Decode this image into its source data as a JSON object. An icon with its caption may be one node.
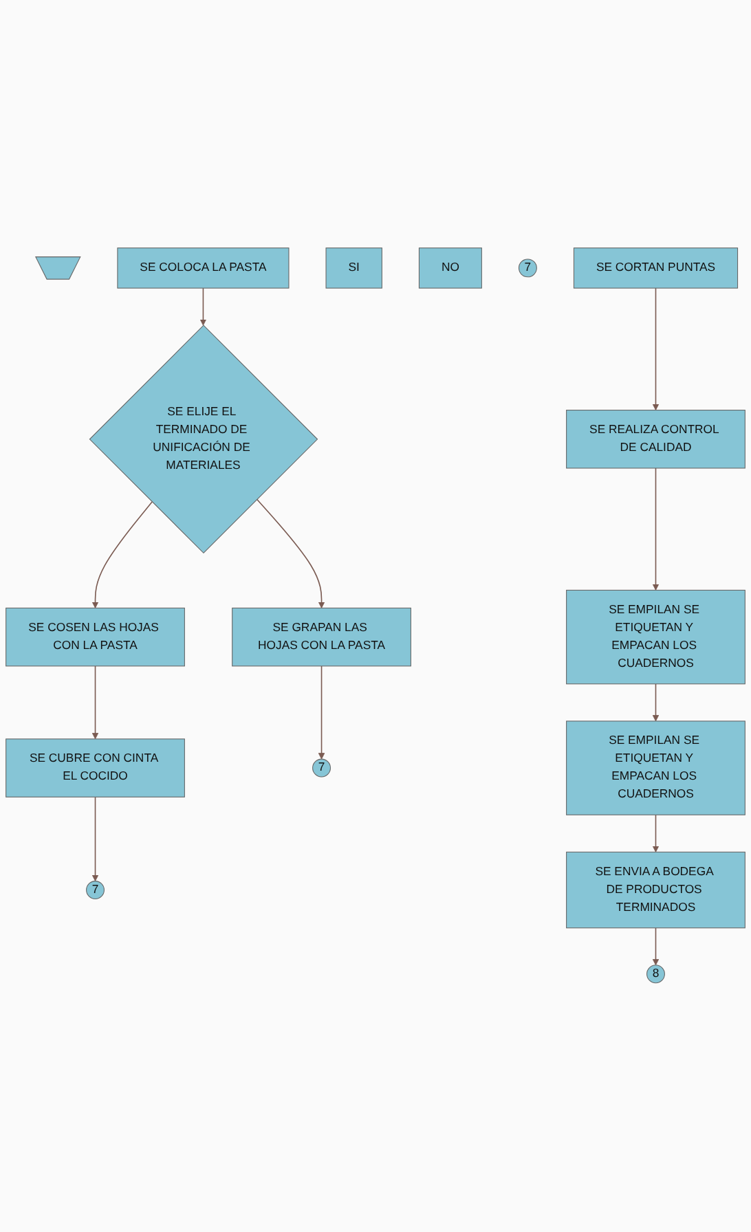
{
  "diagram": {
    "nodes": [
      {
        "text": [],
        "shape": "pentagon"
      },
      {
        "text": [
          "SE COLOCA LA PASTA"
        ]
      },
      {
        "text": [
          "SI"
        ]
      },
      {
        "text": [
          "SE ELIJE EL TERMINADO DE UNIFICACIÓN DE MATERIALES"
        ]
      },
      {
        "text": [
          "NO"
        ]
      },
      {
        "text": [
          "SE COSEN LAS HOJAS CON LA PASTA"
        ]
      },
      {
        "text": [
          "SE GRAPAN LAS HOJAS CON LA PASTA"
        ]
      },
      {
        "text": [
          "SE CUBRE CON CINTA EL COCIDO"
        ]
      },
      {
        "text": [
          "7"
        ]
      },
      {
        "text": [
          "7"
        ]
      },
      {
        "text": [
          "7"
        ]
      },
      {
        "text": [
          "SE CORTAN PUNTAS"
        ]
      },
      {
        "text": [
          "SE REALIZA CONTROL DE CALIDAD"
        ]
      },
      {
        "text": [
          "SE EMPILAN SE ETIQUETAN Y EMPACAN LOS CUADERNOS"
        ]
      },
      {
        "text": [
          "SE EMPILAN SE ETIQUETAN Y EMPACAN LOS CUADERNOS"
        ]
      },
      {
        "text": [
          "SE ENVIA A BODEGA DE PRODUCTOS TERMINADOS"
        ]
      },
      {
        "text": [
          "8"
        ]
      }
    ],
    "edges": [
      {
        "from": 1,
        "to": 3,
        "arrow": "to"
      },
      {
        "from": 3,
        "to": 5,
        "arrow": "to"
      },
      {
        "from": 3,
        "to": 6,
        "arrow": "to"
      },
      {
        "from": 5,
        "to": 7,
        "arrow": "to"
      },
      {
        "from": 6,
        "to": 8,
        "arrow": "to"
      },
      {
        "from": 7,
        "to": 10,
        "arrow": "to"
      },
      {
        "from": 11,
        "to": 12,
        "arrow": "to"
      },
      {
        "from": 12,
        "to": 13,
        "arrow": "to"
      },
      {
        "from": 13,
        "to": 14,
        "arrow": "to"
      },
      {
        "from": 14,
        "to": 15,
        "arrow": "to"
      },
      {
        "from": 15,
        "to": 16,
        "arrow": "to"
      }
    ]
  }
}
